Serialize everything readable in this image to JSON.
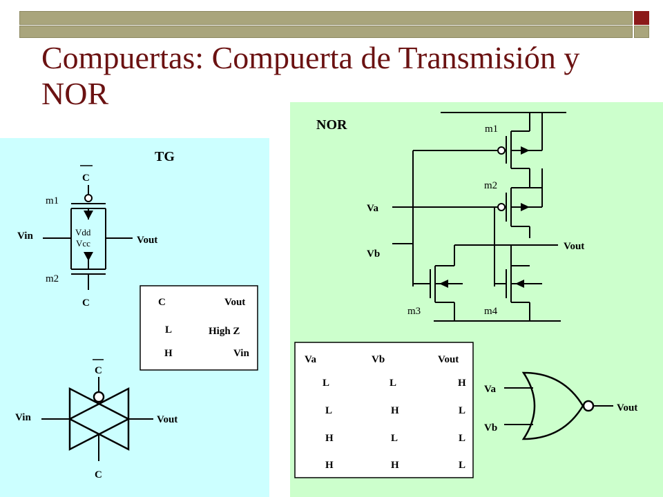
{
  "title": "Compuertas: Compuerta de Transmisión y NOR",
  "tg": {
    "heading": "TG",
    "c_top": "C",
    "c_bottom": "C",
    "m1": "m1",
    "m2": "m2",
    "vin": "Vin",
    "vout": "Vout",
    "vdd": "Vdd",
    "vcc": "Vcc",
    "table": {
      "headers": [
        "C",
        "Vout"
      ],
      "rows": [
        [
          "L",
          "High Z"
        ],
        [
          "H",
          "Vin"
        ]
      ]
    },
    "symbol": {
      "c_top": "C",
      "c_bottom": "C",
      "vin": "Vin",
      "vout": "Vout"
    }
  },
  "nor": {
    "heading": "NOR",
    "m1": "m1",
    "m2": "m2",
    "m3": "m3",
    "m4": "m4",
    "va": "Va",
    "vb": "Vb",
    "vout": "Vout",
    "table": {
      "headers": [
        "Va",
        "Vb",
        "Vout"
      ],
      "rows": [
        [
          "L",
          "L",
          "H"
        ],
        [
          "L",
          "H",
          "L"
        ],
        [
          "H",
          "L",
          "L"
        ],
        [
          "H",
          "H",
          "L"
        ]
      ]
    },
    "gate": {
      "va": "Va",
      "vb": "Vb",
      "vout": "Vout"
    }
  }
}
